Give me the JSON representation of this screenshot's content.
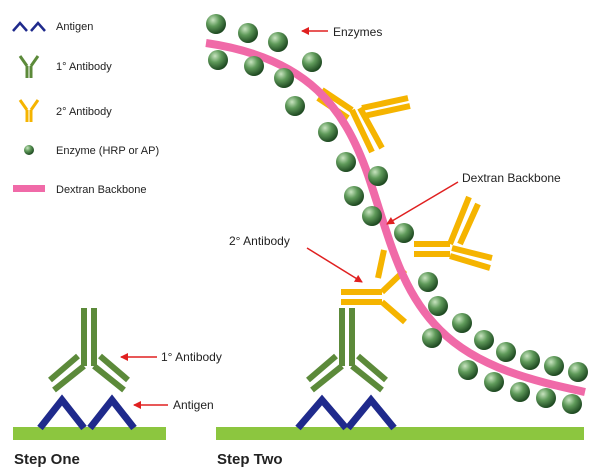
{
  "legend": {
    "items": [
      {
        "label": "Antigen",
        "icon": "antigen-icon"
      },
      {
        "label": "1° Antibody",
        "icon": "primary-antibody-icon"
      },
      {
        "label": "2° Antibody",
        "icon": "secondary-antibody-icon"
      },
      {
        "label": "Enzyme (HRP or AP)",
        "icon": "enzyme-icon"
      },
      {
        "label": "Dextran Backbone",
        "icon": "dextran-backbone-icon"
      }
    ]
  },
  "step_one": {
    "title": "Step One",
    "labels": {
      "primary_antibody": "1° Antibody",
      "antigen": "Antigen"
    }
  },
  "step_two": {
    "title": "Step Two",
    "labels": {
      "enzymes": "Enzymes",
      "dextran_backbone": "Dextran Backbone",
      "secondary_antibody": "2° Antibody"
    }
  },
  "colors": {
    "antigen": "#1f2a8c",
    "primary_antibody": "#5c8a3a",
    "secondary_antibody": "#f5b400",
    "enzyme": "#4f8a4f",
    "dextran_backbone": "#f06aa8",
    "surface": "#8cc63f",
    "arrow": "#e02020"
  }
}
